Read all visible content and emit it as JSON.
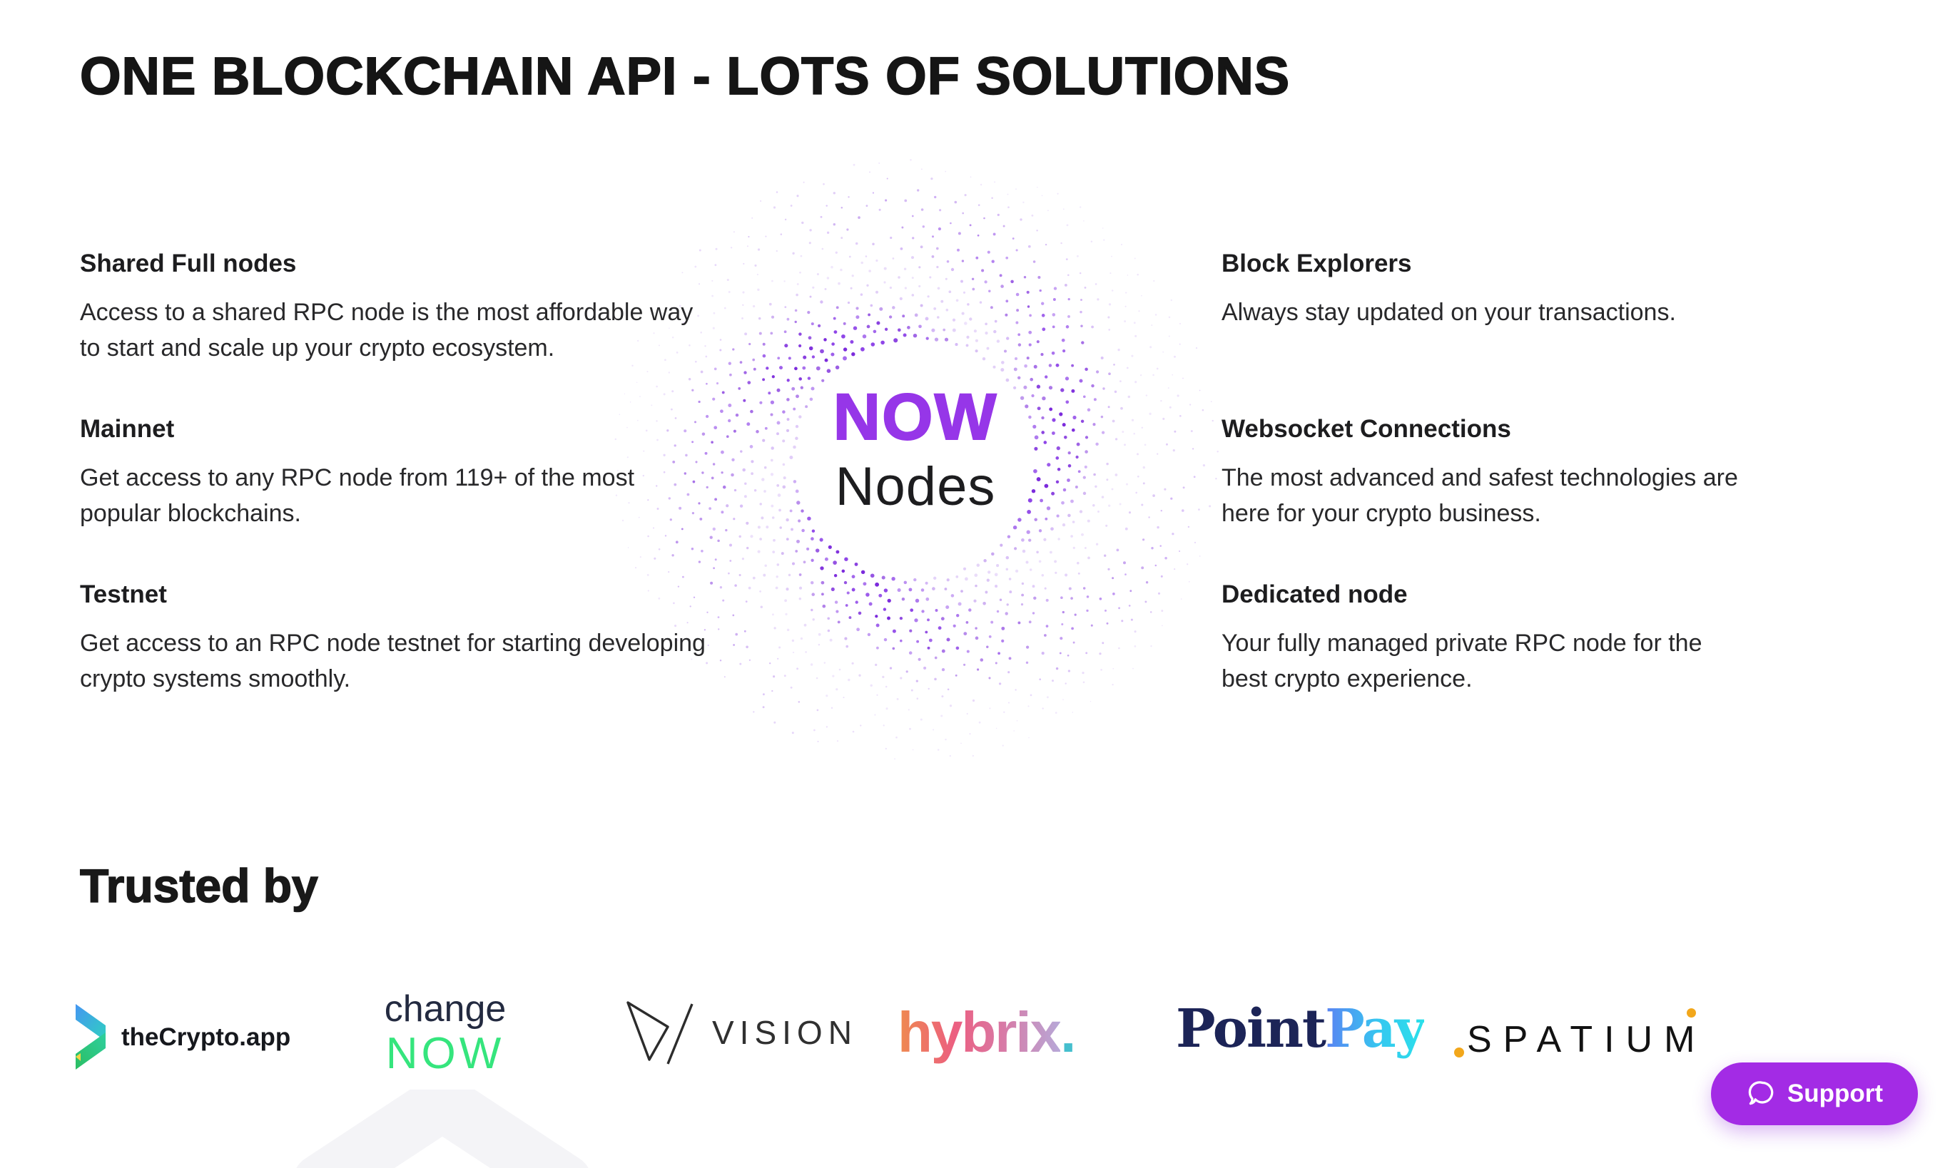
{
  "heading": "ONE BLOCKCHAIN API - LOTS OF SOLUTIONS",
  "features": {
    "left": [
      {
        "title": "Shared Full nodes",
        "description": "Access to a shared RPC node is the most affordable way to start and scale up your crypto ecosystem."
      },
      {
        "title": "Mainnet",
        "description": "Get access to any RPC node from 119+ of the most popular blockchains."
      },
      {
        "title": "Testnet",
        "description": "Get access to an RPC node testnet for starting developing crypto systems smoothly."
      }
    ],
    "right": [
      {
        "title": "Block Explorers",
        "description": "Always stay updated on your transactions."
      },
      {
        "title": "Websocket Connections",
        "description": "The most advanced and safest technologies are here for your crypto business."
      },
      {
        "title": "Dedicated node",
        "description": "Your fully managed private RPC node for the best crypto experience."
      }
    ]
  },
  "center_logo": {
    "top": "NOW",
    "bottom": "Nodes",
    "accent_color": "#9636e8",
    "dots_color": "#7c2bdc"
  },
  "trusted": {
    "heading": "Trusted by",
    "partners": [
      {
        "name": "theCrypto.app",
        "label": "theCrypto.app"
      },
      {
        "name": "changeNOW",
        "line1": "change",
        "line2": "NOW",
        "accent_color": "#35e57d"
      },
      {
        "name": "VISION",
        "label": "VISION"
      },
      {
        "name": "hybrix",
        "label": "hybrix",
        "dot": ".",
        "dot_color": "#45bfce"
      },
      {
        "name": "PointPay",
        "part1": "Point",
        "part2": "Pay",
        "navy_color": "#1c2457",
        "cyan_color": "#2be0ea"
      },
      {
        "name": "SPATIUM",
        "label": "SPATIUM",
        "dot_color": "#f2a71b"
      }
    ]
  },
  "support_button": {
    "label": "Support",
    "color": "#a32be5"
  }
}
